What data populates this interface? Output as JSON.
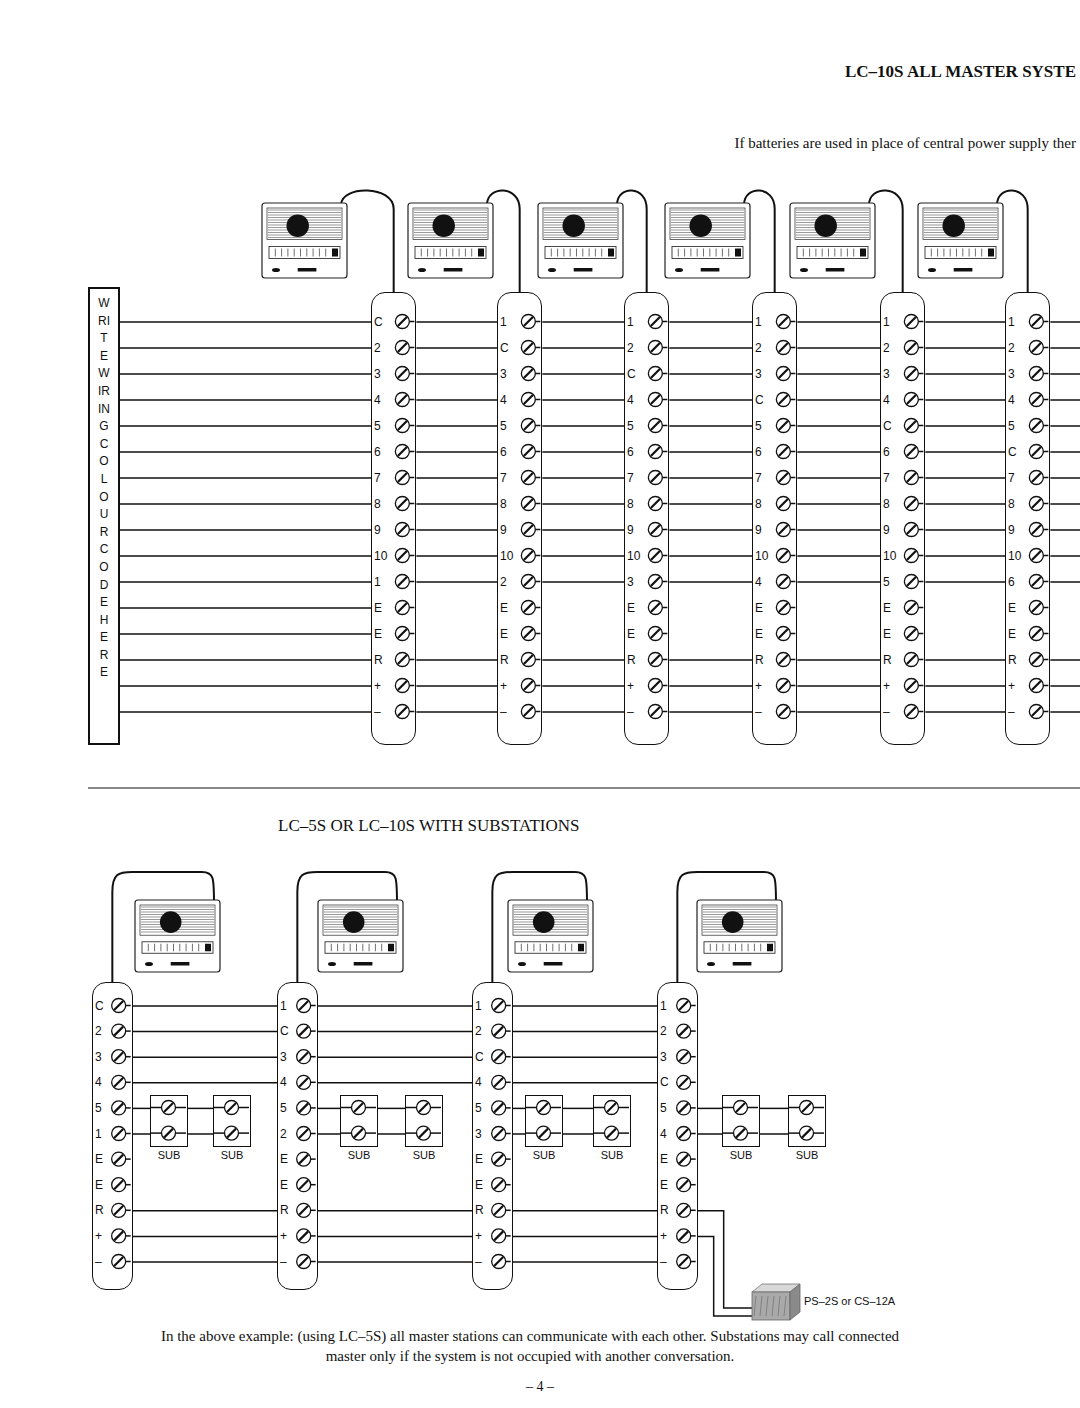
{
  "diagram": {
    "title": "LC–10S ALL MASTER SYSTE",
    "caption": "In the above example: (using LC–5S) all master stations can communicate with each other. Substations may call connected master only if the system is not occupied with another conversation.",
    "nodes": [
      {
        "text": [
          "WRITE WIRING COLOUR CODE HERE"
        ]
      },
      {
        "text": [
          "C",
          "2",
          "3",
          "4",
          "5",
          "6",
          "7",
          "8",
          "9",
          "10",
          "1",
          "E",
          "E",
          "R",
          "+",
          "–"
        ]
      },
      {
        "text": [
          "1",
          "C",
          "3",
          "4",
          "5",
          "6",
          "7",
          "8",
          "9",
          "10",
          "2",
          "E",
          "E",
          "R",
          "+",
          "–"
        ]
      },
      {
        "text": [
          "1",
          "2",
          "C",
          "4",
          "5",
          "6",
          "7",
          "8",
          "9",
          "10",
          "3",
          "E",
          "E",
          "R",
          "+",
          "–"
        ]
      },
      {
        "text": [
          "1",
          "2",
          "3",
          "C",
          "5",
          "6",
          "7",
          "8",
          "9",
          "10",
          "4",
          "E",
          "E",
          "R",
          "+",
          "–"
        ]
      },
      {
        "text": [
          "1",
          "2",
          "3",
          "4",
          "C",
          "6",
          "7",
          "8",
          "9",
          "10",
          "5",
          "E",
          "E",
          "R",
          "+",
          "–"
        ]
      },
      {
        "text": [
          "1",
          "2",
          "3",
          "4",
          "5",
          "C",
          "7",
          "8",
          "9",
          "10",
          "6",
          "E",
          "E",
          "R",
          "+",
          "–"
        ]
      },
      {
        "text": [
          "C",
          "2",
          "3",
          "4",
          "5",
          "1",
          "E",
          "E",
          "R",
          "+",
          "–"
        ]
      },
      {
        "text": [
          "SUB"
        ]
      },
      {
        "text": [
          "SUB"
        ]
      },
      {
        "text": [
          "1",
          "C",
          "3",
          "4",
          "5",
          "2",
          "E",
          "E",
          "R",
          "+",
          "–"
        ]
      },
      {
        "text": [
          "SUB"
        ]
      },
      {
        "text": [
          "SUB"
        ]
      },
      {
        "text": [
          "1",
          "2",
          "C",
          "4",
          "5",
          "3",
          "E",
          "E",
          "R",
          "+",
          "–"
        ]
      },
      {
        "text": [
          "SUB"
        ]
      },
      {
        "text": [
          "SUB"
        ]
      },
      {
        "text": [
          "1",
          "2",
          "3",
          "C",
          "5",
          "4",
          "E",
          "E",
          "R",
          "+",
          "–"
        ]
      },
      {
        "text": [
          "SUB"
        ]
      },
      {
        "text": [
          "SUB"
        ]
      }
    ],
    "edges": [
      {
        "from": 0,
        "to": 1,
        "arrow": "none"
      },
      {
        "from": 0,
        "to": 1,
        "arrow": "none"
      },
      {
        "from": 0,
        "to": 1,
        "arrow": "none"
      },
      {
        "from": 0,
        "to": 1,
        "arrow": "none"
      },
      {
        "from": 0,
        "to": 1,
        "arrow": "none"
      },
      {
        "from": 0,
        "to": 1,
        "arrow": "none"
      },
      {
        "from": 0,
        "to": 1,
        "arrow": "none"
      },
      {
        "from": 0,
        "to": 1,
        "arrow": "none"
      },
      {
        "from": 0,
        "to": 1,
        "arrow": "none"
      },
      {
        "from": 0,
        "to": 1,
        "arrow": "none"
      },
      {
        "from": 0,
        "to": 1,
        "arrow": "none"
      },
      {
        "from": 0,
        "to": 1,
        "arrow": "none"
      },
      {
        "from": 0,
        "to": 1,
        "arrow": "none"
      },
      {
        "from": 0,
        "to": 1,
        "arrow": "none"
      },
      {
        "from": 0,
        "to": 1,
        "arrow": "none"
      },
      {
        "from": 0,
        "to": 1,
        "arrow": "none"
      },
      {
        "from": 1,
        "to": 2,
        "arrow": "none"
      },
      {
        "from": 1,
        "to": 2,
        "arrow": "none"
      },
      {
        "from": 1,
        "to": 2,
        "arrow": "none"
      },
      {
        "from": 1,
        "to": 2,
        "arrow": "none"
      },
      {
        "from": 1,
        "to": 2,
        "arrow": "none"
      },
      {
        "from": 1,
        "to": 2,
        "arrow": "none"
      },
      {
        "from": 1,
        "to": 2,
        "arrow": "none"
      },
      {
        "from": 1,
        "to": 2,
        "arrow": "none"
      },
      {
        "from": 1,
        "to": 2,
        "arrow": "none"
      },
      {
        "from": 1,
        "to": 2,
        "arrow": "none"
      },
      {
        "from": 1,
        "to": 2,
        "arrow": "none"
      },
      {
        "from": 1,
        "to": 2,
        "arrow": "none"
      },
      {
        "from": 1,
        "to": 2,
        "arrow": "none"
      },
      {
        "from": 1,
        "to": 2,
        "arrow": "none"
      },
      {
        "from": 2,
        "to": 3,
        "arrow": "none"
      },
      {
        "from": 2,
        "to": 3,
        "arrow": "none"
      },
      {
        "from": 2,
        "to": 3,
        "arrow": "none"
      },
      {
        "from": 2,
        "to": 3,
        "arrow": "none"
      },
      {
        "from": 2,
        "to": 3,
        "arrow": "none"
      },
      {
        "from": 2,
        "to": 3,
        "arrow": "none"
      },
      {
        "from": 2,
        "to": 3,
        "arrow": "none"
      },
      {
        "from": 2,
        "to": 3,
        "arrow": "none"
      },
      {
        "from": 2,
        "to": 3,
        "arrow": "none"
      },
      {
        "from": 2,
        "to": 3,
        "arrow": "none"
      },
      {
        "from": 2,
        "to": 3,
        "arrow": "none"
      },
      {
        "from": 2,
        "to": 3,
        "arrow": "none"
      },
      {
        "from": 2,
        "to": 3,
        "arrow": "none"
      },
      {
        "from": 2,
        "to": 3,
        "arrow": "none"
      },
      {
        "from": 3,
        "to": 4,
        "arrow": "none"
      },
      {
        "from": 3,
        "to": 4,
        "arrow": "none"
      },
      {
        "from": 3,
        "to": 4,
        "arrow": "none"
      },
      {
        "from": 3,
        "to": 4,
        "arrow": "none"
      },
      {
        "from": 3,
        "to": 4,
        "arrow": "none"
      },
      {
        "from": 3,
        "to": 4,
        "arrow": "none"
      },
      {
        "from": 3,
        "to": 4,
        "arrow": "none"
      },
      {
        "from": 3,
        "to": 4,
        "arrow": "none"
      },
      {
        "from": 3,
        "to": 4,
        "arrow": "none"
      },
      {
        "from": 3,
        "to": 4,
        "arrow": "none"
      },
      {
        "from": 3,
        "to": 4,
        "arrow": "none"
      },
      {
        "from": 3,
        "to": 4,
        "arrow": "none"
      },
      {
        "from": 3,
        "to": 4,
        "arrow": "none"
      },
      {
        "from": 3,
        "to": 4,
        "arrow": "none"
      },
      {
        "from": 4,
        "to": 5,
        "arrow": "none"
      },
      {
        "from": 4,
        "to": 5,
        "arrow": "none"
      },
      {
        "from": 4,
        "to": 5,
        "arrow": "none"
      },
      {
        "from": 4,
        "to": 5,
        "arrow": "none"
      },
      {
        "from": 4,
        "to": 5,
        "arrow": "none"
      },
      {
        "from": 4,
        "to": 5,
        "arrow": "none"
      },
      {
        "from": 4,
        "to": 5,
        "arrow": "none"
      },
      {
        "from": 4,
        "to": 5,
        "arrow": "none"
      },
      {
        "from": 4,
        "to": 5,
        "arrow": "none"
      },
      {
        "from": 4,
        "to": 5,
        "arrow": "none"
      },
      {
        "from": 4,
        "to": 5,
        "arrow": "none"
      },
      {
        "from": 4,
        "to": 5,
        "arrow": "none"
      },
      {
        "from": 4,
        "to": 5,
        "arrow": "none"
      },
      {
        "from": 4,
        "to": 5,
        "arrow": "none"
      },
      {
        "from": 5,
        "to": 6,
        "arrow": "none"
      },
      {
        "from": 5,
        "to": 6,
        "arrow": "none"
      },
      {
        "from": 5,
        "to": 6,
        "arrow": "none"
      },
      {
        "from": 5,
        "to": 6,
        "arrow": "none"
      },
      {
        "from": 5,
        "to": 6,
        "arrow": "none"
      },
      {
        "from": 5,
        "to": 6,
        "arrow": "none"
      },
      {
        "from": 5,
        "to": 6,
        "arrow": "none"
      },
      {
        "from": 5,
        "to": 6,
        "arrow": "none"
      },
      {
        "from": 5,
        "to": 6,
        "arrow": "none"
      },
      {
        "from": 5,
        "to": 6,
        "arrow": "none"
      },
      {
        "from": 5,
        "to": 6,
        "arrow": "none"
      },
      {
        "from": 5,
        "to": 6,
        "arrow": "none"
      },
      {
        "from": 5,
        "to": 6,
        "arrow": "none"
      },
      {
        "from": 5,
        "to": 6,
        "arrow": "none"
      },
      {
        "from": 7,
        "to": 8,
        "arrow": "none"
      },
      {
        "from": 7,
        "to": 8,
        "arrow": "none"
      },
      {
        "from": 8,
        "to": 9,
        "arrow": "none"
      },
      {
        "from": 8,
        "to": 9,
        "arrow": "none"
      },
      {
        "from": 7,
        "to": 10,
        "arrow": "none"
      },
      {
        "from": 7,
        "to": 10,
        "arrow": "none"
      },
      {
        "from": 7,
        "to": 10,
        "arrow": "none"
      },
      {
        "from": 7,
        "to": 10,
        "arrow": "none"
      },
      {
        "from": 7,
        "to": 10,
        "arrow": "none"
      },
      {
        "from": 7,
        "to": 10,
        "arrow": "none"
      },
      {
        "from": 7,
        "to": 10,
        "arrow": "none"
      },
      {
        "from": 10,
        "to": 11,
        "arrow": "none"
      },
      {
        "from": 10,
        "to": 11,
        "arrow": "none"
      },
      {
        "from": 11,
        "to": 12,
        "arrow": "none"
      },
      {
        "from": 11,
        "to": 12,
        "arrow": "none"
      },
      {
        "from": 10,
        "to": 13,
        "arrow": "none"
      },
      {
        "from": 10,
        "to": 13,
        "arrow": "none"
      },
      {
        "from": 10,
        "to": 13,
        "arrow": "none"
      },
      {
        "from": 10,
        "to": 13,
        "arrow": "none"
      },
      {
        "from": 10,
        "to": 13,
        "arrow": "none"
      },
      {
        "from": 10,
        "to": 13,
        "arrow": "none"
      },
      {
        "from": 10,
        "to": 13,
        "arrow": "none"
      },
      {
        "from": 13,
        "to": 14,
        "arrow": "none"
      },
      {
        "from": 13,
        "to": 14,
        "arrow": "none"
      },
      {
        "from": 14,
        "to": 15,
        "arrow": "none"
      },
      {
        "from": 14,
        "to": 15,
        "arrow": "none"
      },
      {
        "from": 13,
        "to": 16,
        "arrow": "none"
      },
      {
        "from": 13,
        "to": 16,
        "arrow": "none"
      },
      {
        "from": 13,
        "to": 16,
        "arrow": "none"
      },
      {
        "from": 13,
        "to": 16,
        "arrow": "none"
      },
      {
        "from": 13,
        "to": 16,
        "arrow": "none"
      },
      {
        "from": 13,
        "to": 16,
        "arrow": "none"
      },
      {
        "from": 13,
        "to": 16,
        "arrow": "none"
      },
      {
        "from": 16,
        "to": 17,
        "arrow": "none"
      },
      {
        "from": 16,
        "to": 17,
        "arrow": "none"
      },
      {
        "from": 17,
        "to": 18,
        "arrow": "none"
      },
      {
        "from": 17,
        "to": 18,
        "arrow": "none"
      }
    ],
    "labels": [
      "If batteries are used in place of central power supply ther",
      "LC–5S OR LC–10S WITH SUBSTATIONS",
      "PS–2S or CS–12A",
      "– 4 –"
    ]
  }
}
